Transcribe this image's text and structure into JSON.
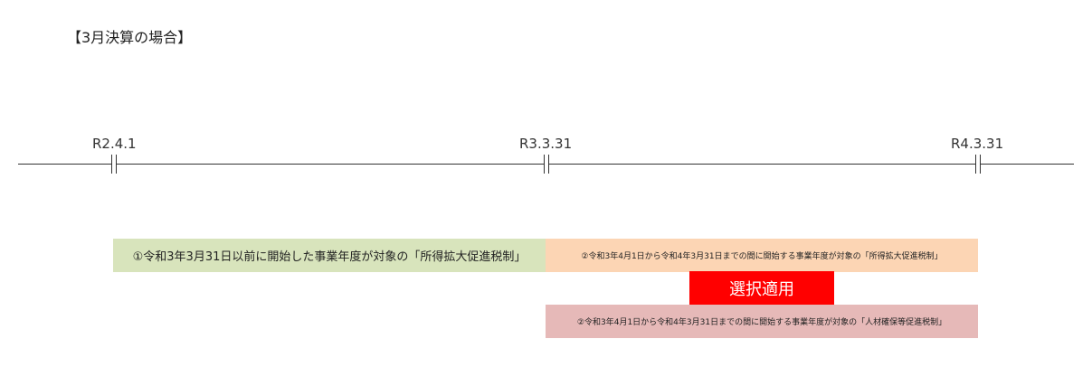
{
  "title": "【3月決算の場合】",
  "timeline": {
    "dates": [
      "R2.4.1",
      "R3.3.31",
      "R4.3.31"
    ]
  },
  "periods": {
    "period1": "①令和3年3月31日以前に開始した事業年度が対象の「所得拡大促進税制」",
    "period2": "②令和3年4月1日から令和4年3月31日までの間に開始する事業年度が対象の「所得拡大促進税制」",
    "period3": "②令和3年4月1日から令和4年3月31日までの間に開始する事業年度が対象の「人材確保等促進税制」"
  },
  "selection_label": "選択適用",
  "colors": {
    "period1": "#d8e4bc",
    "period2": "#fcd5b4",
    "period3": "#e6b9b8",
    "selection": "#ff0000"
  }
}
